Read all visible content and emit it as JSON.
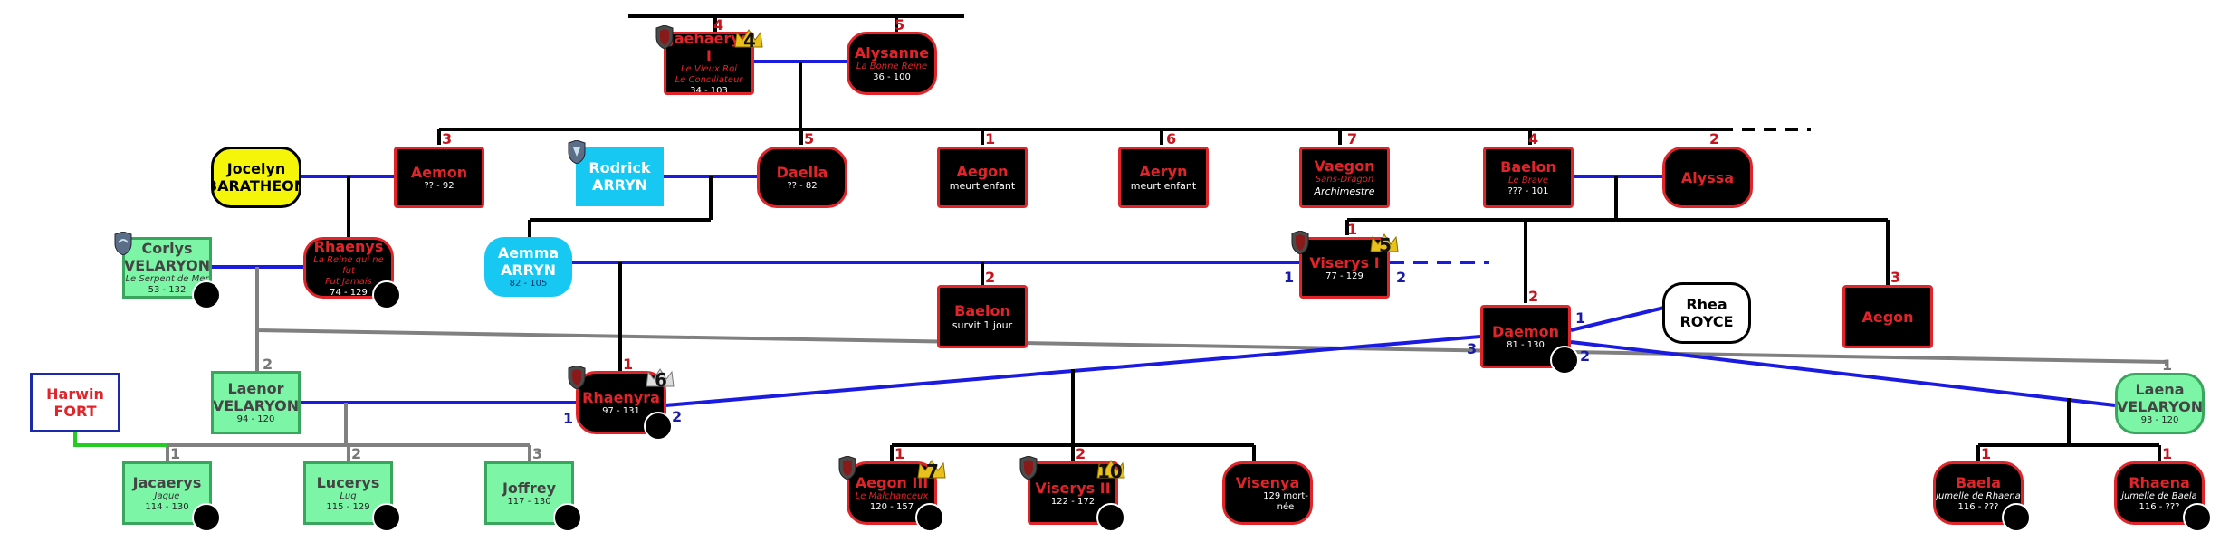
{
  "nodes": {
    "jaehaerys": {
      "name": "Jaehaerys I",
      "sub1": "Le Vieux Roi",
      "sub2": "Le Conciliateur",
      "years": "34 - 103",
      "order": "4",
      "reign": "4"
    },
    "alysanne": {
      "name": "Alysanne",
      "sub1": "La Bonne Reine",
      "years": "36 - 100",
      "order": "5"
    },
    "jocelyn": {
      "name1": "Jocelyn",
      "name2": "BARATHEON"
    },
    "aemon": {
      "name": "Aemon",
      "years": "?? - 92",
      "order": "3"
    },
    "rodrick": {
      "name1": "Rodrick",
      "name2": "ARRYN"
    },
    "daella": {
      "name": "Daella",
      "years": "?? - 82",
      "order": "5"
    },
    "aegon_a": {
      "name": "Aegon",
      "note": "meurt enfant",
      "order": "1"
    },
    "aeryn": {
      "name": "Aeryn",
      "note": "meurt enfant",
      "order": "6"
    },
    "vaegon": {
      "name": "Vaegon",
      "sub1": "Sans-Dragon",
      "note": "Archimestre",
      "order": "7"
    },
    "baelon_top": {
      "name": "Baelon",
      "sub1": "Le Brave",
      "years": "??? - 101",
      "order": "4"
    },
    "alyssa": {
      "name": "Alyssa",
      "order": "2"
    },
    "corlys": {
      "name1": "Corlys",
      "name2": "VELARYON",
      "sub1": "Le Serpent de Mer",
      "years": "53 - 132"
    },
    "rhaenys": {
      "name": "Rhaenys",
      "sub1": "La Reine qui ne fut",
      "sub2": "Fut Jamais",
      "years": "74 - 129"
    },
    "aemma": {
      "name1": "Aemma",
      "name2": "ARRYN",
      "years": "82 - 105"
    },
    "viserys1": {
      "name": "Viserys I",
      "years": "77 - 129",
      "order": "1",
      "reign": "5",
      "marriage_left": "1",
      "marriage_right": "2"
    },
    "baelon_child": {
      "name": "Baelon",
      "note": "survit 1 jour",
      "order": "2"
    },
    "daemon": {
      "name": "Daemon",
      "years": "81 - 130",
      "order": "2",
      "marriage_1": "1",
      "marriage_2": "2",
      "marriage_3": "3"
    },
    "rhea": {
      "name1": "Rhea",
      "name2": "ROYCE"
    },
    "aegon_b": {
      "name": "Aegon",
      "order": "3"
    },
    "harwin": {
      "name1": "Harwin",
      "name2": "FORT"
    },
    "laenor": {
      "name1": "Laenor",
      "name2": "VELARYON",
      "years": "94 - 120",
      "order": "2"
    },
    "rhaenyra": {
      "name": "Rhaenyra",
      "years": "97 - 131",
      "order": "1",
      "reign": "6",
      "marriage_left": "1",
      "marriage_right": "2"
    },
    "laena": {
      "name1": "Laena",
      "name2": "VELARYON",
      "years": "93 - 120",
      "order": "1"
    },
    "jacaerys": {
      "name": "Jacaerys",
      "sub1": "Jaque",
      "years": "114 - 130",
      "order": "1"
    },
    "lucerys": {
      "name": "Lucerys",
      "sub1": "Luq",
      "years": "115 - 129",
      "order": "2"
    },
    "joffrey": {
      "name": "Joffrey",
      "years": "117 - 130",
      "order": "3"
    },
    "aegon3": {
      "name": "Aegon III",
      "sub1": "Le Malchanceux",
      "years": "120 - 157",
      "order": "1",
      "reign": "7"
    },
    "viserys2": {
      "name": "Viserys II",
      "years": "122 - 172",
      "order": "2",
      "reign": "10"
    },
    "visenya": {
      "name": "Visenya",
      "years": "129 mort-née"
    },
    "baela": {
      "name": "Baela",
      "sub1": "jumelle de Rhaena",
      "years": "116 - ???",
      "order": "1"
    },
    "rhaena": {
      "name": "Rhaena",
      "sub1": "jumelle de Baela",
      "years": "116 - ???",
      "order": "1"
    }
  },
  "colors": {
    "spouse_line": "#1a1ae0",
    "descent_line": "#000000",
    "velaryon_line": "#808080",
    "bastard_line": "#22cc22",
    "targaryen_border": "#e0242a",
    "velaryon_fill": "#7df5a6",
    "arryn_fill": "#16c8f2",
    "baratheon_fill": "#f5f50a"
  },
  "icons": {
    "shield": "shield-icon",
    "crown": "crown-icon",
    "dragon_disc": "dragon-disc-icon"
  }
}
